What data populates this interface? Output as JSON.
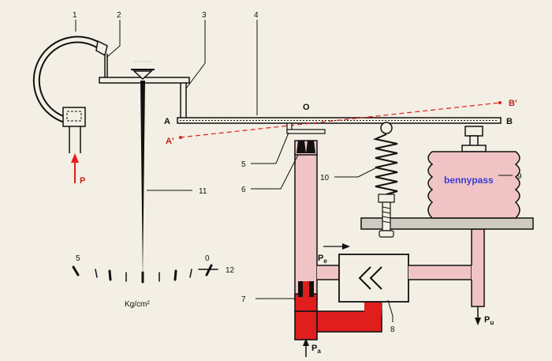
{
  "colors": {
    "background": "#f3efe4",
    "line": "#111111",
    "pink": "#f0c4c4",
    "red": "#e01e1e",
    "label_red": "#c81e1e",
    "watermark": "#3b3bd6"
  },
  "callouts": {
    "n1": "1",
    "n2": "2",
    "n3": "3",
    "n4": "4",
    "n5": "5",
    "n6": "6",
    "n7": "7",
    "n8": "8",
    "n9": "9",
    "n10": "10",
    "n11": "11"
  },
  "points": {
    "A": "A",
    "B": "B",
    "O": "O",
    "A_prime": "A'",
    "B_prime": "B'"
  },
  "pressures": {
    "P": "P",
    "Pe": "P",
    "Pe_sub": "e",
    "Pa": "P",
    "Pa_sub": "a",
    "Pu": "P",
    "Pu_sub": "u"
  },
  "scale": {
    "tick_left": "5",
    "tick_zero": "0",
    "tick_right": "12",
    "unit": "Kg/cm²"
  },
  "watermark": "bennypass"
}
